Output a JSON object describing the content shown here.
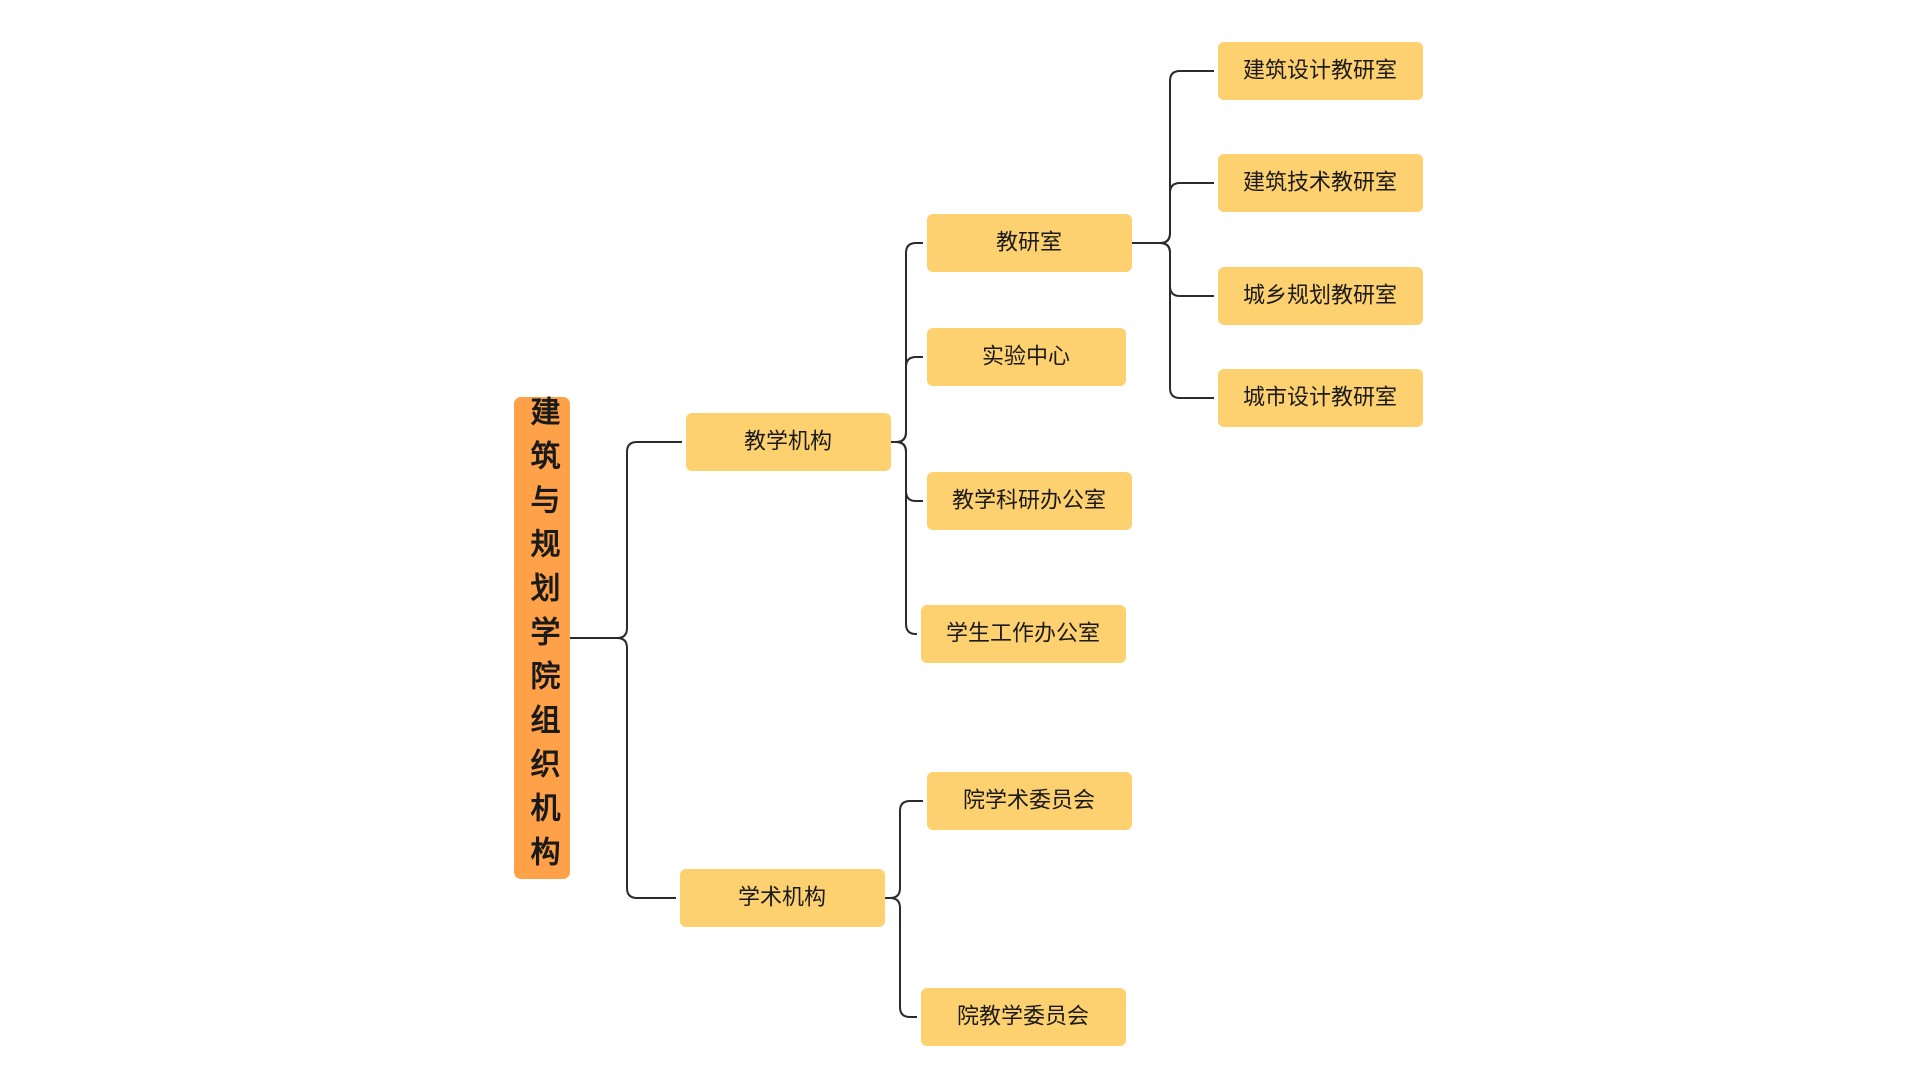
{
  "root": {
    "label": "建筑与规划学院组织机构"
  },
  "branches": {
    "teaching": {
      "label": "教学机构",
      "children": {
        "research_office": {
          "label": "教研室",
          "children": [
            "建筑设计教研室",
            "建筑技术教研室",
            "城乡规划教研室",
            "城市设计教研室"
          ]
        },
        "lab_center": {
          "label": "实验中心"
        },
        "teaching_research_office": {
          "label": "教学科研办公室"
        },
        "student_affairs_office": {
          "label": "学生工作办公室"
        }
      }
    },
    "academic": {
      "label": "学术机构",
      "children": [
        "院学术委员会",
        "院教学委员会"
      ]
    }
  },
  "colors": {
    "root_fill": "#fea148",
    "node_fill": "#fed170",
    "connector": "#2b2b2b",
    "text": "#1a1a1a"
  }
}
